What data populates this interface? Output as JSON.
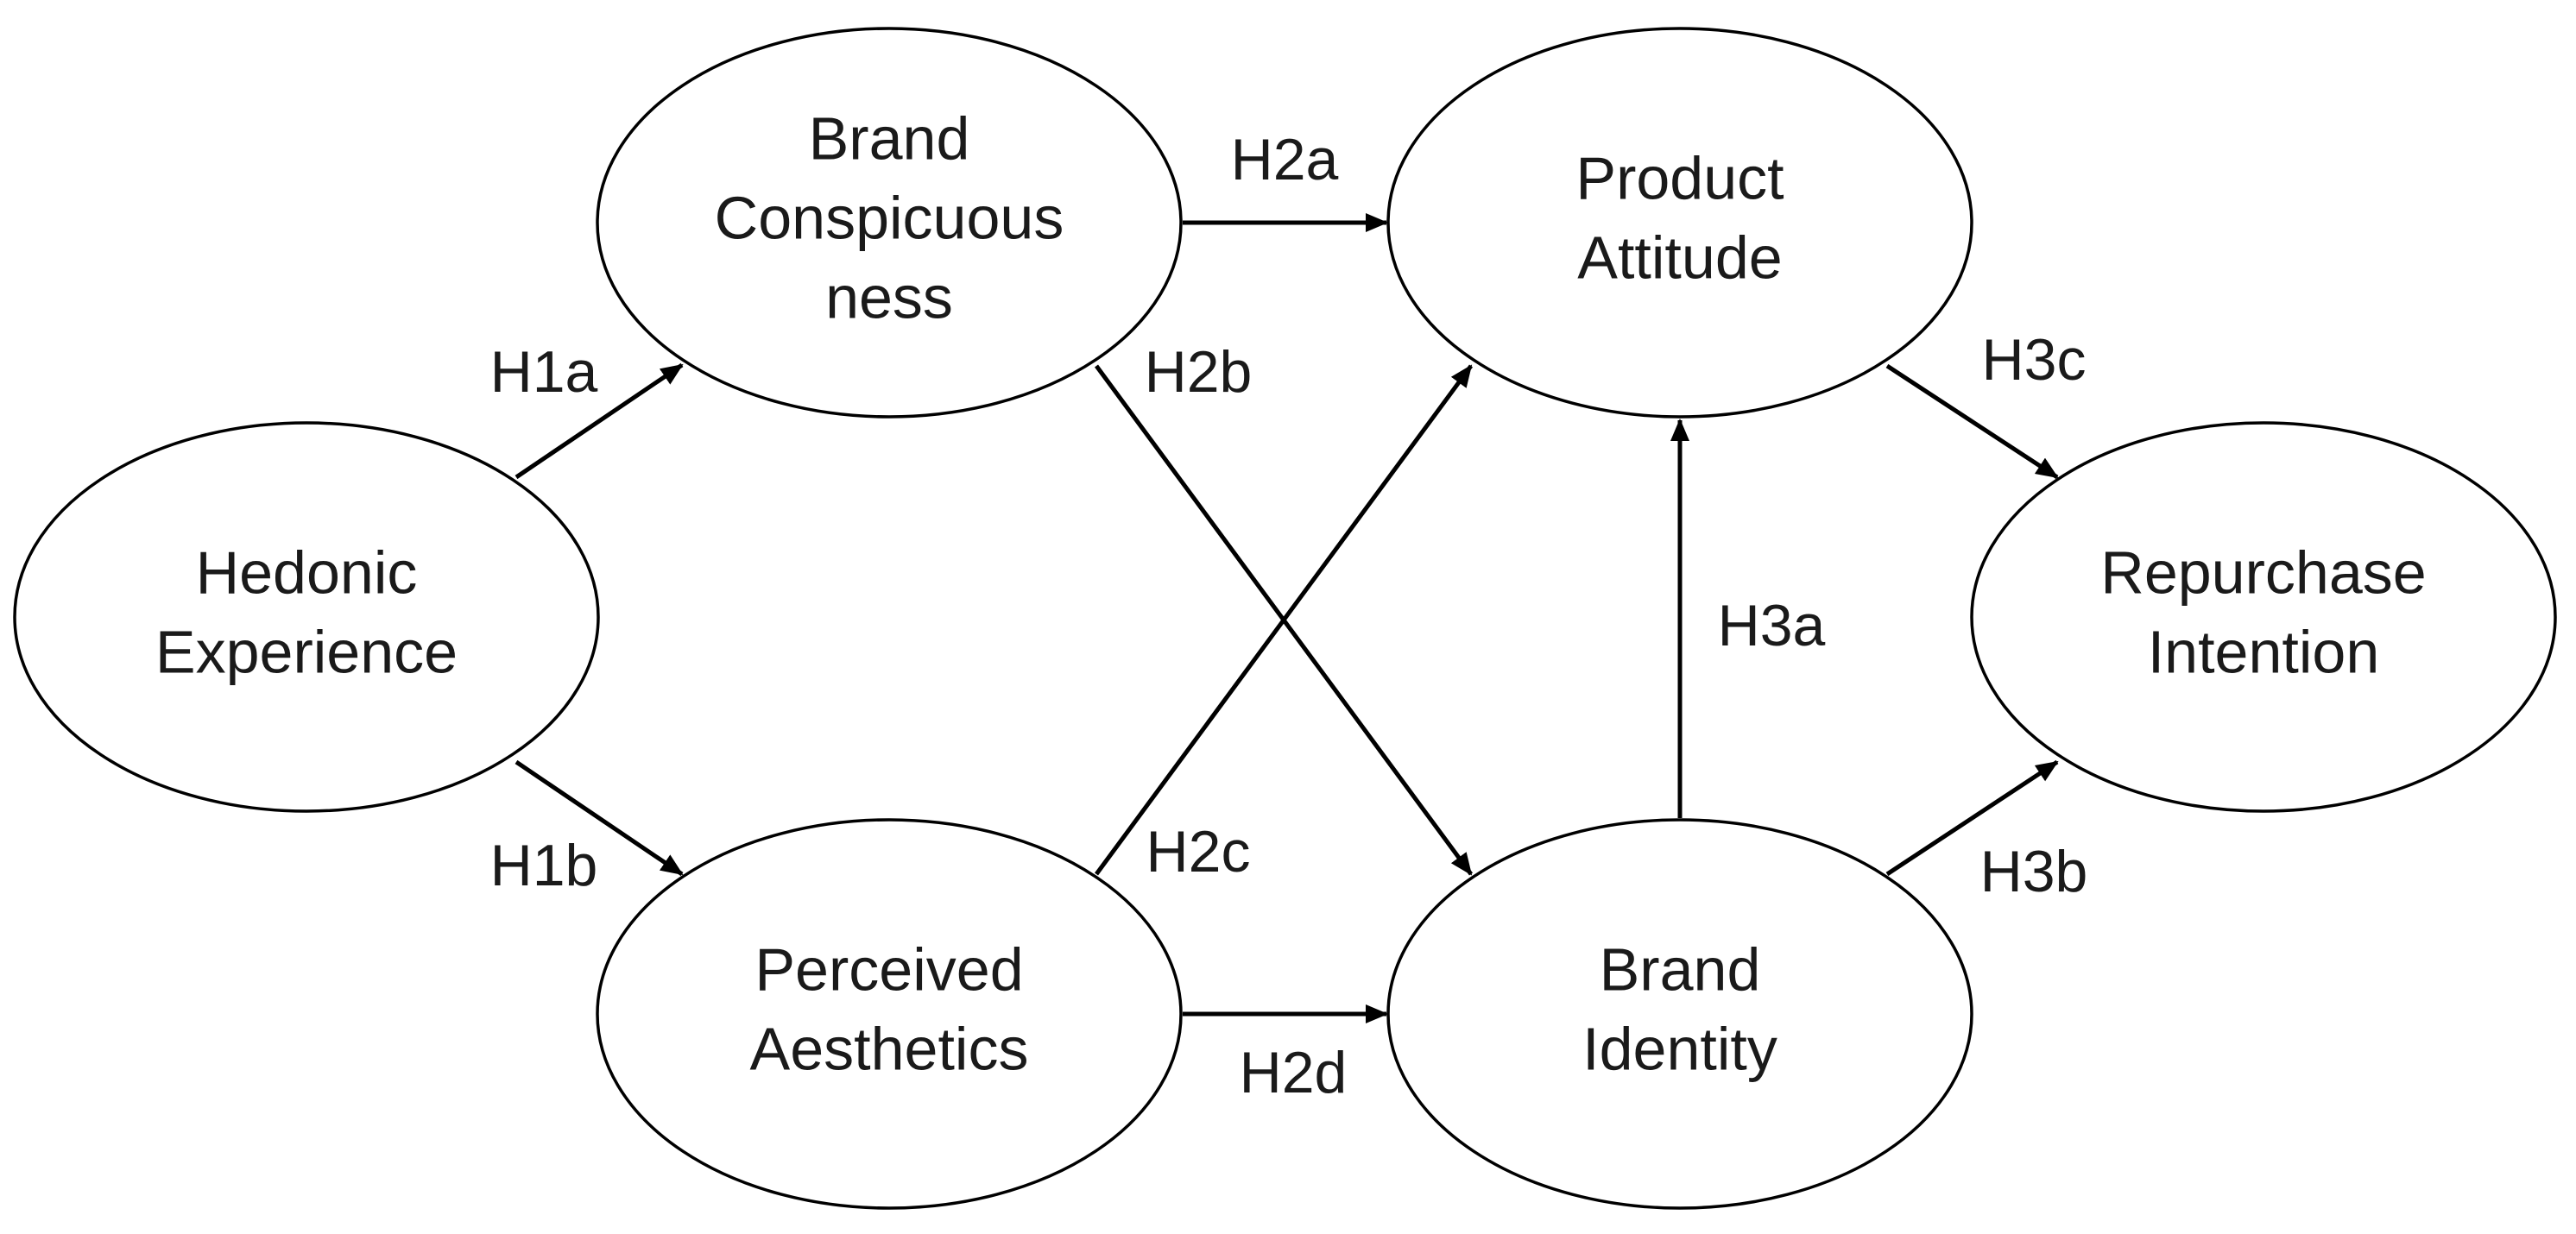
{
  "colors": {
    "background": "#ffffff",
    "stroke": "#000000",
    "text": "#1a1a1a"
  },
  "nodes": [
    {
      "id": "hedonic_experience",
      "lines": [
        "Hedonic",
        "Experience"
      ]
    },
    {
      "id": "brand_conspicuousness",
      "lines": [
        "Brand",
        "Conspicuous",
        "ness"
      ]
    },
    {
      "id": "perceived_aesthetics",
      "lines": [
        "Perceived",
        "Aesthetics"
      ]
    },
    {
      "id": "product_attitude",
      "lines": [
        "Product",
        "Attitude"
      ]
    },
    {
      "id": "brand_identity",
      "lines": [
        "Brand",
        "Identity"
      ]
    },
    {
      "id": "repurchase_intention",
      "lines": [
        "Repurchase",
        "Intention"
      ]
    }
  ],
  "edges": [
    {
      "id": "h1a",
      "label": "H1a",
      "from": "hedonic_experience",
      "to": "brand_conspicuousness"
    },
    {
      "id": "h1b",
      "label": "H1b",
      "from": "hedonic_experience",
      "to": "perceived_aesthetics"
    },
    {
      "id": "h2a",
      "label": "H2a",
      "from": "brand_conspicuousness",
      "to": "product_attitude"
    },
    {
      "id": "h2b",
      "label": "H2b",
      "from": "brand_conspicuousness",
      "to": "brand_identity"
    },
    {
      "id": "h2c",
      "label": "H2c",
      "from": "perceived_aesthetics",
      "to": "product_attitude"
    },
    {
      "id": "h2d",
      "label": "H2d",
      "from": "perceived_aesthetics",
      "to": "brand_identity"
    },
    {
      "id": "h3a",
      "label": "H3a",
      "from": "brand_identity",
      "to": "product_attitude"
    },
    {
      "id": "h3b",
      "label": "H3b",
      "from": "brand_identity",
      "to": "repurchase_intention"
    },
    {
      "id": "h3c",
      "label": "H3c",
      "from": "product_attitude",
      "to": "repurchase_intention"
    }
  ]
}
